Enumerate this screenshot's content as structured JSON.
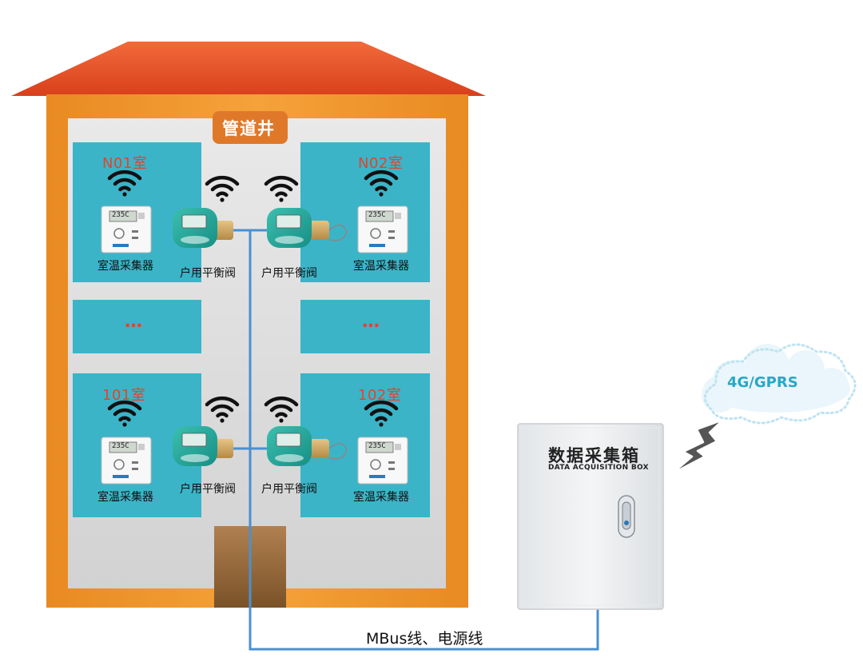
{
  "building": {
    "shaft_label": "管道井",
    "rooms": [
      {
        "title": "N01室",
        "device_label": "室温采集器"
      },
      {
        "title": "N02室",
        "device_label": "室温采集器"
      },
      {
        "title": "101室",
        "device_label": "室温采集器"
      },
      {
        "title": "102室",
        "device_label": "室温采集器"
      }
    ],
    "ellipsis_left": "…",
    "ellipsis_right": "…",
    "valves": [
      {
        "label": "户用平衡阀"
      },
      {
        "label": "户用平衡阀"
      },
      {
        "label": "户用平衡阀"
      },
      {
        "label": "户用平衡阀"
      }
    ],
    "thermostat_display": "235C"
  },
  "collector_box": {
    "title": "数据采集箱",
    "subtitle": "DATA ACQUISITION BOX"
  },
  "network": {
    "label": "4G/GPRS"
  },
  "wire": {
    "label": "MBus线、电源线"
  },
  "colors": {
    "roof": "#e8502a",
    "wall": "#f0962a",
    "room": "#3bb4c8",
    "shaft_label_bg": "#e0782a",
    "wire": "#4a90d0",
    "door": "#9a6a3e"
  }
}
